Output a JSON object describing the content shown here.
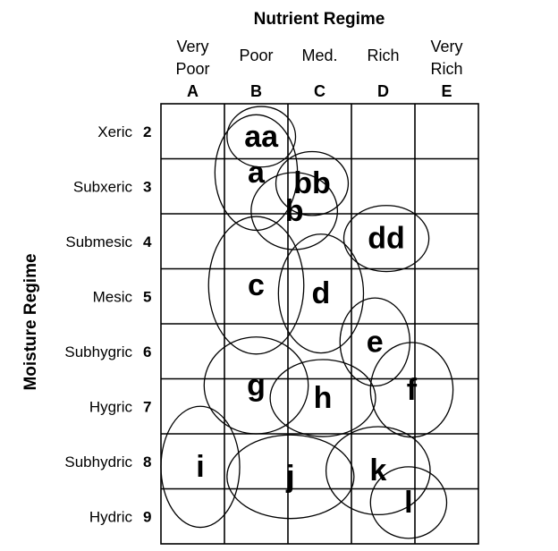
{
  "x_title": "Nutrient Regime",
  "y_title": "Moisture Regime",
  "columns": [
    {
      "lines": [
        "Very",
        "Poor"
      ],
      "letter": "A"
    },
    {
      "lines": [
        "Poor"
      ],
      "letter": "B"
    },
    {
      "lines": [
        "Med."
      ],
      "letter": "C"
    },
    {
      "lines": [
        "Rich"
      ],
      "letter": "D"
    },
    {
      "lines": [
        "Very",
        "Rich"
      ],
      "letter": "E"
    }
  ],
  "rows": [
    {
      "name": "Xeric",
      "num": "2"
    },
    {
      "name": "Subxeric",
      "num": "3"
    },
    {
      "name": "Submesic",
      "num": "4"
    },
    {
      "name": "Mesic",
      "num": "5"
    },
    {
      "name": "Subhygric",
      "num": "6"
    },
    {
      "name": "Hygric",
      "num": "7"
    },
    {
      "name": "Subhydric",
      "num": "8"
    },
    {
      "name": "Hydric",
      "num": "9"
    }
  ],
  "units": [
    {
      "label": "aa",
      "cx": 1.58,
      "cy": 0.6,
      "rx": 0.54,
      "ry": 0.55
    },
    {
      "label": "a",
      "cx": 1.5,
      "cy": 1.25,
      "rx": 0.65,
      "ry": 1.05
    },
    {
      "label": "bb",
      "cx": 2.38,
      "cy": 1.45,
      "rx": 0.57,
      "ry": 0.58
    },
    {
      "label": "b",
      "cx": 2.1,
      "cy": 1.95,
      "rx": 0.68,
      "ry": 0.7
    },
    {
      "label": "dd",
      "cx": 3.55,
      "cy": 2.45,
      "rx": 0.67,
      "ry": 0.6
    },
    {
      "label": "c",
      "cx": 1.5,
      "cy": 3.3,
      "rx": 0.75,
      "ry": 1.25
    },
    {
      "label": "d",
      "cx": 2.52,
      "cy": 3.45,
      "rx": 0.67,
      "ry": 1.08
    },
    {
      "label": "e",
      "cx": 3.37,
      "cy": 4.33,
      "rx": 0.55,
      "ry": 0.8
    },
    {
      "label": "g",
      "cx": 1.5,
      "cy": 5.12,
      "rx": 0.82,
      "ry": 0.88
    },
    {
      "label": "h",
      "cx": 2.55,
      "cy": 5.35,
      "rx": 0.83,
      "ry": 0.7
    },
    {
      "label": "f",
      "cx": 3.95,
      "cy": 5.2,
      "rx": 0.65,
      "ry": 0.86
    },
    {
      "label": "i",
      "cx": 0.62,
      "cy": 6.6,
      "rx": 0.62,
      "ry": 1.1
    },
    {
      "label": "j",
      "cx": 2.04,
      "cy": 6.78,
      "rx": 1.0,
      "ry": 0.76
    },
    {
      "label": "k",
      "cx": 3.42,
      "cy": 6.67,
      "rx": 0.82,
      "ry": 0.8
    },
    {
      "label": "l",
      "cx": 3.9,
      "cy": 7.25,
      "rx": 0.6,
      "ry": 0.65
    }
  ]
}
